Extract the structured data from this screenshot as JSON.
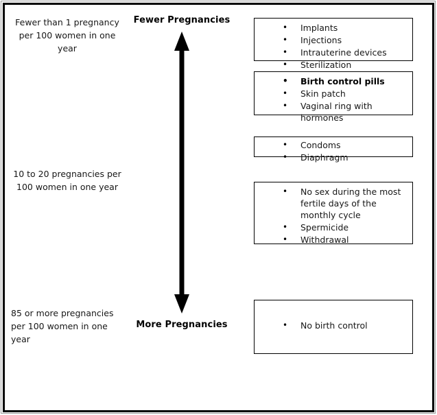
{
  "figure": {
    "title_top": "Fewer Pregnancies",
    "title_bottom": "More Pregnancies",
    "arrow_icon": "double-headed-vertical-arrow-icon"
  },
  "rate_labels": [
    {
      "text": "Fewer than 1 pregnancy per 100 women in one year",
      "align": "center"
    },
    {
      "text": "10 to 20 pregnancies per 100 women in one year",
      "align": "center"
    },
    {
      "text": "85 or more pregnancies per 100 women in one year",
      "align": "left"
    }
  ],
  "method_boxes": [
    {
      "items": [
        {
          "label": "Implants",
          "emphasis": false
        },
        {
          "label": "Injections",
          "emphasis": false
        },
        {
          "label": "Intrauterine devices",
          "emphasis": false
        },
        {
          "label": "Sterilization",
          "emphasis": false
        }
      ]
    },
    {
      "items": [
        {
          "label": "Birth control pills",
          "emphasis": true
        },
        {
          "label": "Skin patch",
          "emphasis": false
        },
        {
          "label": "Vaginal ring with hormones",
          "emphasis": false
        }
      ]
    },
    {
      "items": [
        {
          "label": "Condoms",
          "emphasis": false
        },
        {
          "label": "Diaphragm",
          "emphasis": false
        }
      ]
    },
    {
      "items": [
        {
          "label": "No sex during the most fertile days of the monthly cycle",
          "emphasis": false
        },
        {
          "label": "Spermicide",
          "emphasis": false
        },
        {
          "label": "Withdrawal",
          "emphasis": false
        }
      ]
    },
    {
      "items": [
        {
          "label": "No birth control",
          "emphasis": false
        }
      ]
    }
  ],
  "colors": {
    "frame_outer": "#9a9a9a",
    "frame_inner": "#000000",
    "arrow": "#000000",
    "text": "#171717",
    "box_border": "#000000"
  },
  "bullet_glyph": "•"
}
